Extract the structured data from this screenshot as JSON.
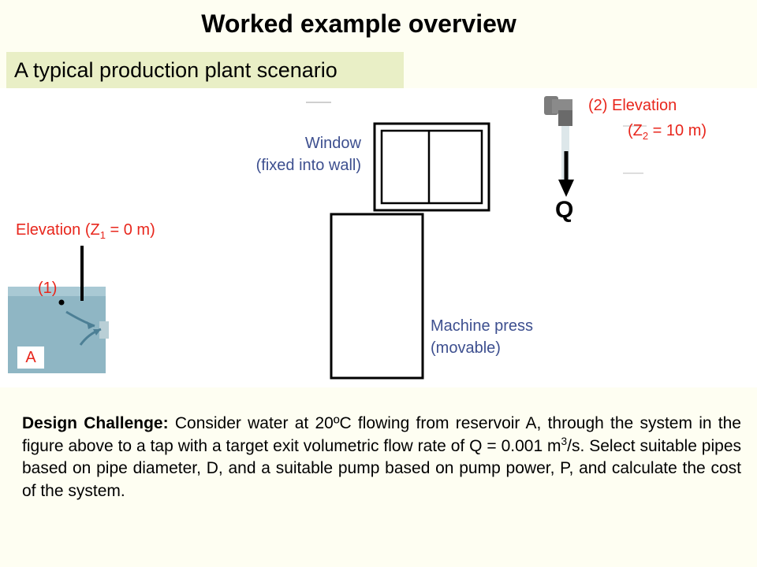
{
  "title": "Worked example overview",
  "subtitle": "A typical production plant scenario",
  "diagram": {
    "elevation1": {
      "prefix": "Elevation (Z",
      "sub": "1",
      "suffix": " = 0 m)"
    },
    "point1": "(1)",
    "reservoir_label": "A",
    "window_line1": "Window",
    "window_line2": "(fixed into wall)",
    "press_line1": "Machine press",
    "press_line2": "(movable)",
    "elevation2_line1": "(2) Elevation",
    "elevation2_line2": {
      "prefix": "(Z",
      "sub": "2",
      "suffix": " = 10 m)"
    },
    "flow_label": "Q"
  },
  "description": {
    "lead": "Design Challenge:",
    "text_before_sup": " Consider water at 20ºC flowing from reservoir A, through the system in the figure above to a tap with a target exit volumetric flow rate of Q = 0.001 m",
    "sup": "3",
    "text_after_sup": "/s.  Select suitable pipes based on pipe diameter, D, and a suitable pump based on pump power, P, and calculate the cost of the system."
  },
  "colors": {
    "annotation_red": "#e8261c",
    "annotation_blue": "#3d4f8f",
    "subtitle_bg": "#e9efc6",
    "water": "#8fb6c4"
  }
}
